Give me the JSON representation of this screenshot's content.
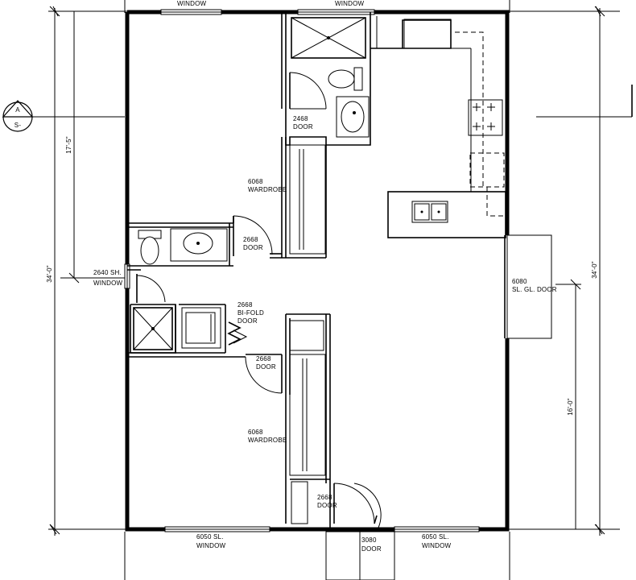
{
  "labels": {
    "window_top_left": "WINDOW",
    "window_top_right": "WINDOW",
    "door_2468": "2468",
    "door_2468_word": "DOOR",
    "wardrobe_upper_size": "6068",
    "wardrobe_upper_word": "WARDROBE",
    "door_2668_a": "2668",
    "door_2668_a_word": "DOOR",
    "window_2640": "2640 SH.",
    "window_2640_word": "WINDOW",
    "bifold_size": "2668",
    "bifold_word1": "BI-FOLD",
    "bifold_word2": "DOOR",
    "door_2668_b": "2668",
    "door_2668_b_word": "DOOR",
    "wardrobe_lower_size": "6068",
    "wardrobe_lower_word": "WARDROBE",
    "door_2668_c": "2668",
    "door_2668_c_word": "DOOR",
    "window_6050_left": "6050 SL.",
    "window_6050_left_word": "WINDOW",
    "door_3080": "3080",
    "door_3080_word": "DOOR",
    "window_6050_right": "6050 SL.",
    "window_6050_right_word": "WINDOW",
    "sliding_door_size": "6080",
    "sliding_door_word": "SL. GL. DOOR"
  },
  "dimensions": {
    "overall_left": "34'-0\"",
    "overall_right": "34'-0\"",
    "upper_left": "17'-5\"",
    "lower_right": "16'-0\""
  },
  "section_marker": {
    "letter": "A",
    "sheet": "S-"
  }
}
